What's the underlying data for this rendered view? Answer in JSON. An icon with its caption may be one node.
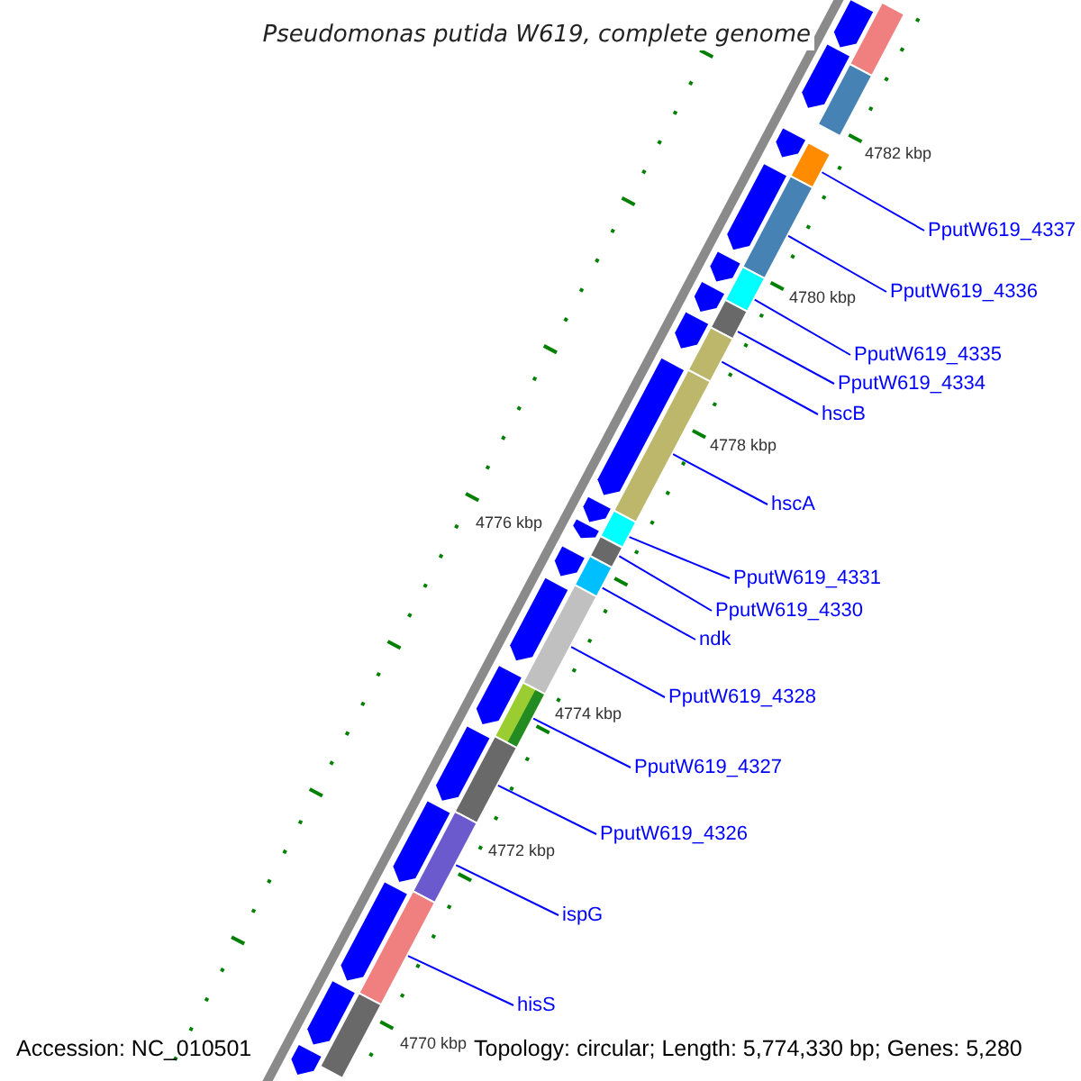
{
  "diagram": {
    "title": "Pseudomonas putida W619, complete genome",
    "nodes": [
      {
        "text": [
          "PputW619_4337"
        ]
      },
      {
        "text": [
          "PputW619_4336"
        ]
      },
      {
        "text": [
          "PputW619_4335"
        ]
      },
      {
        "text": [
          "PputW619_4334"
        ]
      },
      {
        "text": [
          "hscB"
        ]
      },
      {
        "text": [
          "hscA"
        ]
      },
      {
        "text": [
          "PputW619_4331"
        ]
      },
      {
        "text": [
          "PputW619_4330"
        ]
      },
      {
        "text": [
          "ndk"
        ]
      },
      {
        "text": [
          "PputW619_4328"
        ]
      },
      {
        "text": [
          "PputW619_4327"
        ]
      },
      {
        "text": [
          "PputW619_4326"
        ]
      },
      {
        "text": [
          "ispG"
        ]
      },
      {
        "text": [
          "hisS"
        ]
      },
      {
        "text": [],
        "shape": "bar"
      },
      {
        "text": [],
        "shape": "bar"
      },
      {
        "text": [],
        "shape": "bar"
      },
      {
        "text": [],
        "shape": "bar"
      },
      {
        "text": [],
        "shape": "bar"
      },
      {
        "text": [],
        "shape": "bar"
      },
      {
        "text": [],
        "shape": "bar"
      },
      {
        "text": [],
        "shape": "bar"
      },
      {
        "text": [],
        "shape": "bar"
      },
      {
        "text": [],
        "shape": "bar"
      },
      {
        "text": [],
        "shape": "bar"
      },
      {
        "text": [],
        "shape": "bar"
      },
      {
        "text": [],
        "shape": "bar"
      },
      {
        "text": [],
        "shape": "bar"
      },
      {
        "text": [],
        "shape": "arrow"
      },
      {
        "text": [],
        "shape": "arrow"
      },
      {
        "text": [],
        "shape": "arrow"
      },
      {
        "text": [],
        "shape": "arrow"
      },
      {
        "text": [],
        "shape": "arrow"
      },
      {
        "text": [],
        "shape": "arrow"
      },
      {
        "text": [],
        "shape": "arrow"
      },
      {
        "text": [],
        "shape": "arrow"
      },
      {
        "text": [],
        "shape": "arrow"
      },
      {
        "text": [],
        "shape": "arrow"
      },
      {
        "text": [],
        "shape": "arrow"
      },
      {
        "text": [],
        "shape": "arrow"
      },
      {
        "text": [],
        "shape": "arrow"
      },
      {
        "text": [],
        "shape": "arrow"
      },
      {
        "text": [],
        "shape": "arrow"
      },
      {
        "text": [],
        "shape": "arrow"
      },
      {
        "text": [],
        "shape": "arrow"
      },
      {
        "text": [],
        "shape": "arrow"
      },
      {
        "text": [],
        "shape": "bar"
      },
      {
        "text": [],
        "shape": "bar"
      },
      {
        "text": [],
        "shape": "bar"
      }
    ],
    "edges": [
      {
        "from": 0,
        "to": 14,
        "arrow": "none"
      },
      {
        "from": 1,
        "to": 15,
        "arrow": "none"
      },
      {
        "from": 2,
        "to": 16,
        "arrow": "none"
      },
      {
        "from": 3,
        "to": 17,
        "arrow": "none"
      },
      {
        "from": 4,
        "to": 18,
        "arrow": "none"
      },
      {
        "from": 5,
        "to": 19,
        "arrow": "none"
      },
      {
        "from": 6,
        "to": 20,
        "arrow": "none"
      },
      {
        "from": 7,
        "to": 21,
        "arrow": "none"
      },
      {
        "from": 8,
        "to": 22,
        "arrow": "none"
      },
      {
        "from": 9,
        "to": 23,
        "arrow": "none"
      },
      {
        "from": 10,
        "to": 24,
        "arrow": "none"
      },
      {
        "from": 11,
        "to": 25,
        "arrow": "none"
      },
      {
        "from": 12,
        "to": 26,
        "arrow": "none"
      },
      {
        "from": 13,
        "to": 27,
        "arrow": "none"
      }
    ],
    "labels": [
      "4782 kbp",
      "4780 kbp",
      "4778 kbp",
      "4776 kbp",
      "4774 kbp",
      "4772 kbp",
      "4770 kbp",
      "Accession: NC_010501",
      "Topology: circular; Length: 5,774,330 bp; Genes: 5,280"
    ]
  }
}
